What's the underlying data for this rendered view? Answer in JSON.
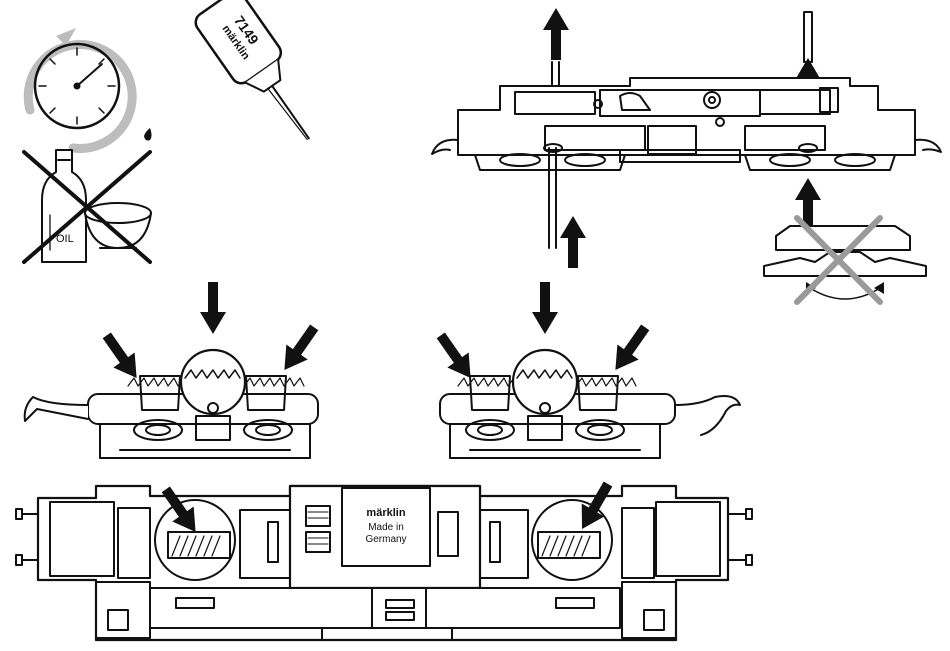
{
  "bottle_label": "7149",
  "bottle_brand": "märklin",
  "oil_label": "OIL",
  "plate": {
    "brand": "märklin",
    "line1": "Made in",
    "line2": "Germany"
  },
  "colors": {
    "ink": "#111111",
    "cross_gray": "#9a9a9a",
    "ring_gray": "#bdbdbd",
    "paper": "#ffffff"
  },
  "icons": [
    "clock-icon",
    "oil-bottle-icon",
    "no-oil-icon",
    "arrow-icon"
  ]
}
